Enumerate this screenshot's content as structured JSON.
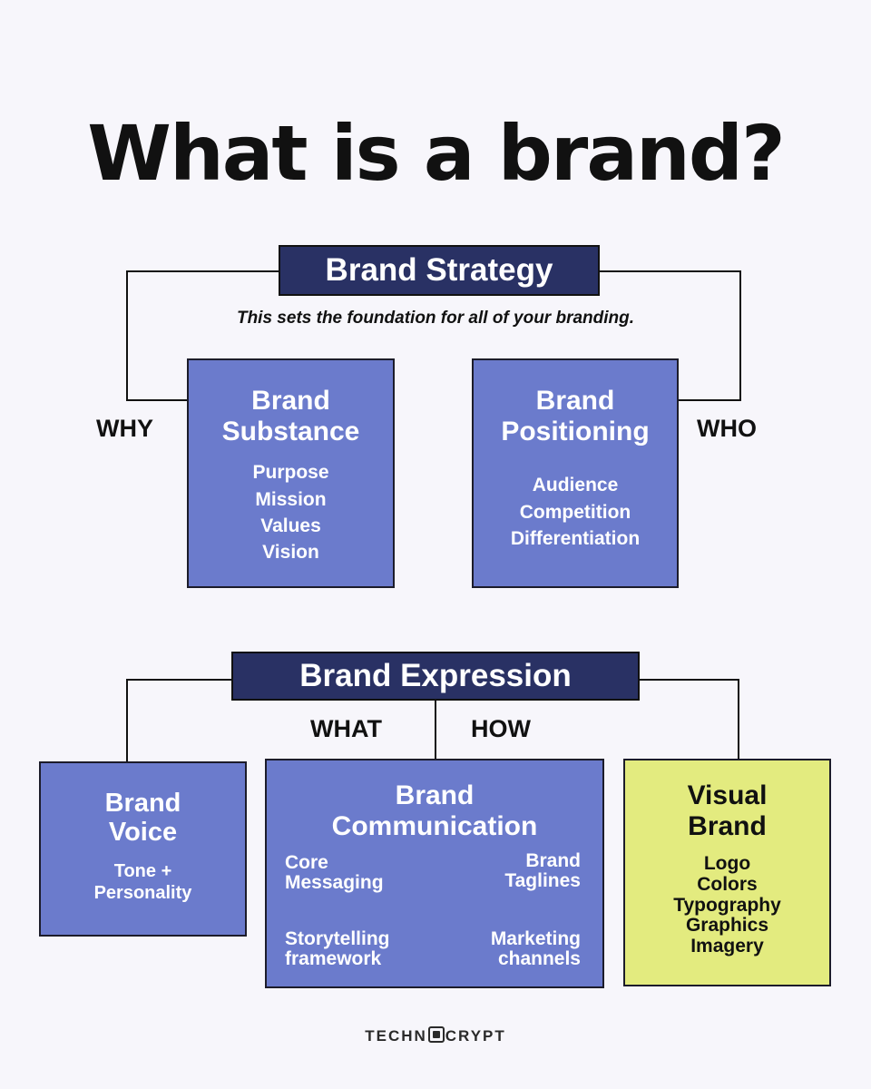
{
  "title": "What is a brand?",
  "strategy": {
    "header": "Brand Strategy",
    "subtitle": "This sets the foundation for all of your branding.",
    "left_label": "WHY",
    "right_label": "WHO",
    "substance": {
      "title_line1": "Brand",
      "title_line2": "Substance",
      "items": [
        "Purpose",
        "Mission",
        "Values",
        "Vision"
      ]
    },
    "positioning": {
      "title_line1": "Brand",
      "title_line2": "Positioning",
      "items": [
        "Audience",
        "Competition",
        "Differentiation"
      ]
    }
  },
  "expression": {
    "header": "Brand Expression",
    "what_label": "WHAT",
    "how_label": "HOW",
    "voice": {
      "title_line1": "Brand",
      "title_line2": "Voice",
      "items": [
        "Tone +",
        "Personality"
      ]
    },
    "communication": {
      "title_line1": "Brand",
      "title_line2": "Communication",
      "core_messaging": [
        "Core",
        "Messaging"
      ],
      "brand_taglines": [
        "Brand",
        "Taglines"
      ],
      "storytelling": [
        "Storytelling",
        "framework"
      ],
      "marketing": [
        "Marketing",
        "channels"
      ]
    },
    "visual": {
      "title_line1": "Visual",
      "title_line2": "Brand",
      "items": [
        "Logo",
        "Colors",
        "Typography",
        "Graphics",
        "Imagery"
      ]
    }
  },
  "logo": {
    "left": "TECHN",
    "right": "CRYPT"
  },
  "colors": {
    "background": "#f7f6fb",
    "header_navy": "#293164",
    "box_blue": "#6b7bcc",
    "box_yellow": "#e3eb7f"
  }
}
